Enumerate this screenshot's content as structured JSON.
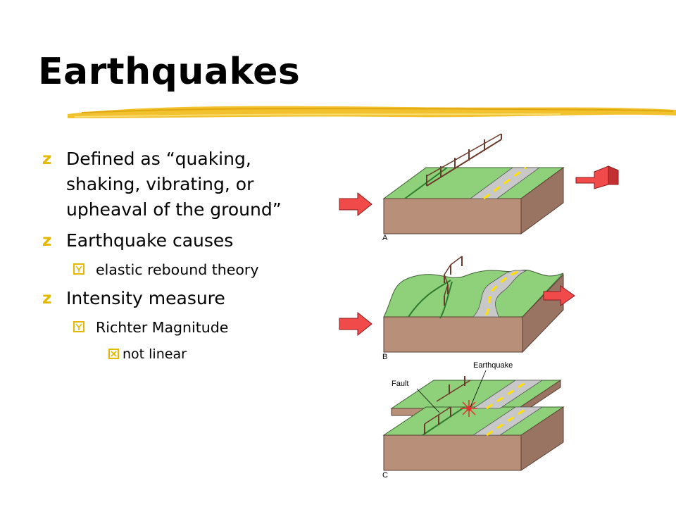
{
  "slide": {
    "title": "Earthquakes",
    "bullets": [
      {
        "text": "Defined as “quaking, shaking, vibrating, or upheaval of the ground”"
      },
      {
        "text": "Earthquake causes"
      },
      {
        "text": "elastic rebound theory"
      },
      {
        "text": "Intensity measure"
      },
      {
        "text": "Richter Magnitude"
      },
      {
        "text": "not linear"
      }
    ]
  },
  "figure": {
    "panel_labels": [
      "A",
      "B",
      "C"
    ],
    "fault_label": "Fault",
    "earthquake_label": "Earthquake"
  },
  "colors": {
    "title_underline": "#f2c12e",
    "bullet_marker": "#e6b800",
    "grass": "#8fd17a",
    "soil": "#b8907a",
    "road": "#c8c8c8",
    "road_dash": "#ffe000",
    "arrow": "#f04a4a"
  }
}
